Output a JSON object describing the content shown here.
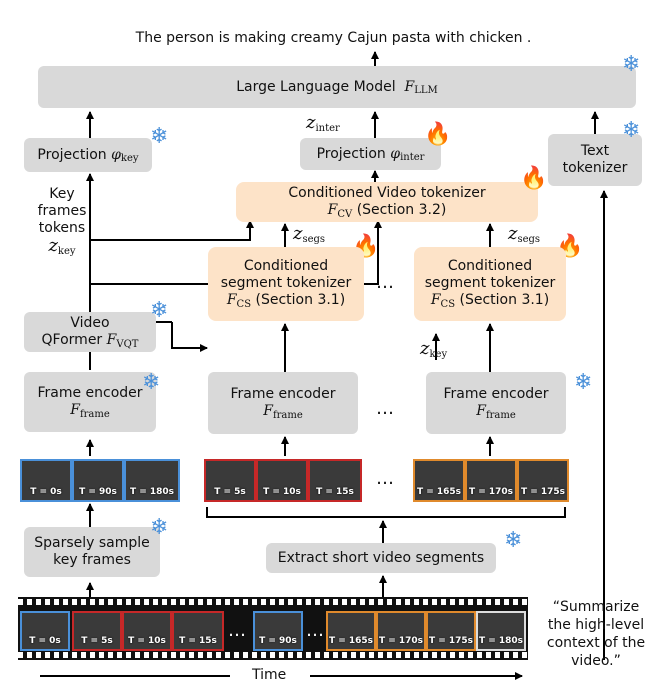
{
  "caption": "The person is making creamy Cajun pasta with chicken .",
  "llm": {
    "label": "Large Language Model",
    "sym": "F",
    "sub": "LLM"
  },
  "proj_key": {
    "label": "Projection",
    "sym": "φ",
    "sub": "key"
  },
  "proj_inter": {
    "label": "Projection",
    "sym": "φ",
    "sub": "inter"
  },
  "z_inter": {
    "sym": "z",
    "sub": "inter"
  },
  "text_tokenizer": {
    "line1": "Text",
    "line2": "tokenizer"
  },
  "cv_tokenizer": {
    "line1": "Conditioned Video tokenizer",
    "sym": "F",
    "sub": "CV",
    "section": "(Section 3.2)"
  },
  "z_segs": {
    "sym": "z",
    "sub": "segs"
  },
  "key_frames_tokens": {
    "line1": "Key",
    "line2": "frames",
    "line3": "tokens",
    "sym": "z",
    "sub": "key"
  },
  "cs_tokenizer": {
    "line1": "Conditioned",
    "line2": "segment tokenizer",
    "sym": "F",
    "sub": "CS",
    "section": "(Section 3.1)"
  },
  "z_key": {
    "sym": "z",
    "sub": "key"
  },
  "qformer": {
    "line1": "Video",
    "line2": "QFormer",
    "sym": "F",
    "sub": "VQT"
  },
  "frame_encoder": {
    "label": "Frame encoder",
    "sym": "F",
    "sub": "frame"
  },
  "ellipsis": "…",
  "key_frames": [
    "T = 0s",
    "T = 90s",
    "T = 180s"
  ],
  "seg1_frames": [
    "T = 5s",
    "T = 10s",
    "T = 15s"
  ],
  "segN_frames": [
    "T = 165s",
    "T = 170s",
    "T = 175s"
  ],
  "film_frames": [
    "T = 0s",
    "T = 5s",
    "T = 10s",
    "T = 15s",
    "T = 90s",
    "T = 165s",
    "T = 170s",
    "T = 175s",
    "T = 180s"
  ],
  "sample_key": {
    "line1": "Sparsely sample",
    "line2": "key frames"
  },
  "extract": "Extract short video segments",
  "instruction": [
    "“Summarize",
    "the high-level",
    "context of the",
    "video.”"
  ],
  "time": "Time",
  "icons": {
    "frozen": "snowflake-icon",
    "trainable": "fire-icon"
  },
  "colors": {
    "key_frame_border": "#4a90d9",
    "segment1_border": "#c62828",
    "segmentN_border": "#e08a2c"
  }
}
